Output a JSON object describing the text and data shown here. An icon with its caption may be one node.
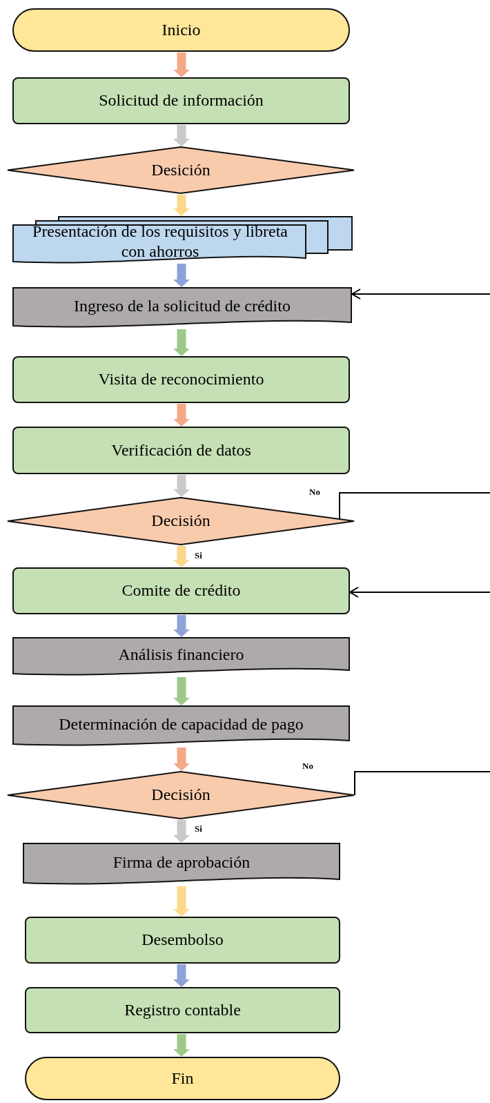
{
  "diagram": {
    "nodes": [
      {
        "text": [
          "Inicio"
        ]
      },
      {
        "text": [
          "Solicitud de información"
        ]
      },
      {
        "text": [
          "Desición"
        ]
      },
      {
        "text": [
          "Presentación de los requisitos y libreta con ahorros"
        ]
      },
      {
        "text": [
          "Ingreso de la solicitud de crédito"
        ]
      },
      {
        "text": [
          "Visita de reconocimiento"
        ]
      },
      {
        "text": [
          "Verificación de datos"
        ]
      },
      {
        "text": [
          "Decisión"
        ]
      },
      {
        "text": [
          "Comite de crédito"
        ]
      },
      {
        "text": [
          "Análisis financiero"
        ]
      },
      {
        "text": [
          "Determinación de capacidad de pago"
        ]
      },
      {
        "text": [
          "Decisión"
        ]
      },
      {
        "text": [
          "Firma de aprobación"
        ]
      },
      {
        "text": [
          "Desembolso"
        ]
      },
      {
        "text": [
          "Registro contable"
        ]
      },
      {
        "text": [
          "Fin"
        ]
      }
    ],
    "edges": [
      {
        "from": 0,
        "to": 1,
        "arrow": "to",
        "color": "#f4a886"
      },
      {
        "from": 1,
        "to": 2,
        "arrow": "to",
        "color": "#c9c9c9"
      },
      {
        "from": 2,
        "to": 3,
        "arrow": "to",
        "color": "#fdd88a"
      },
      {
        "from": 3,
        "to": 4,
        "arrow": "to",
        "color": "#8fa2d8"
      },
      {
        "from": 4,
        "to": 5,
        "arrow": "to",
        "color": "#9cc98a"
      },
      {
        "from": 5,
        "to": 6,
        "arrow": "to",
        "color": "#f4a886"
      },
      {
        "from": 6,
        "to": 7,
        "arrow": "to",
        "color": "#c9c9c9"
      },
      {
        "from": 7,
        "to": 8,
        "arrow": "to",
        "color": "#fdd88a",
        "label": "Si"
      },
      {
        "from": 8,
        "to": 9,
        "arrow": "to",
        "color": "#8fa2d8"
      },
      {
        "from": 9,
        "to": 10,
        "arrow": "to",
        "color": "#9cc98a"
      },
      {
        "from": 10,
        "to": 11,
        "arrow": "to",
        "color": "#f4a886"
      },
      {
        "from": 11,
        "to": 12,
        "arrow": "to",
        "color": "#c9c9c9",
        "label": "Si"
      },
      {
        "from": 12,
        "to": 13,
        "arrow": "to",
        "color": "#fdd88a"
      },
      {
        "from": 13,
        "to": 14,
        "arrow": "to",
        "color": "#8fa2d8"
      },
      {
        "from": 14,
        "to": 15,
        "arrow": "to",
        "color": "#9cc98a"
      },
      {
        "from": 7,
        "to": null,
        "arrow": "none",
        "color": "#000000",
        "label": "No"
      },
      {
        "from": null,
        "to": 4,
        "arrow": "to",
        "color": "#000000"
      },
      {
        "from": 11,
        "to": null,
        "arrow": "none",
        "color": "#000000",
        "label": "No"
      },
      {
        "from": null,
        "to": 8,
        "arrow": "to",
        "color": "#000000"
      }
    ]
  }
}
